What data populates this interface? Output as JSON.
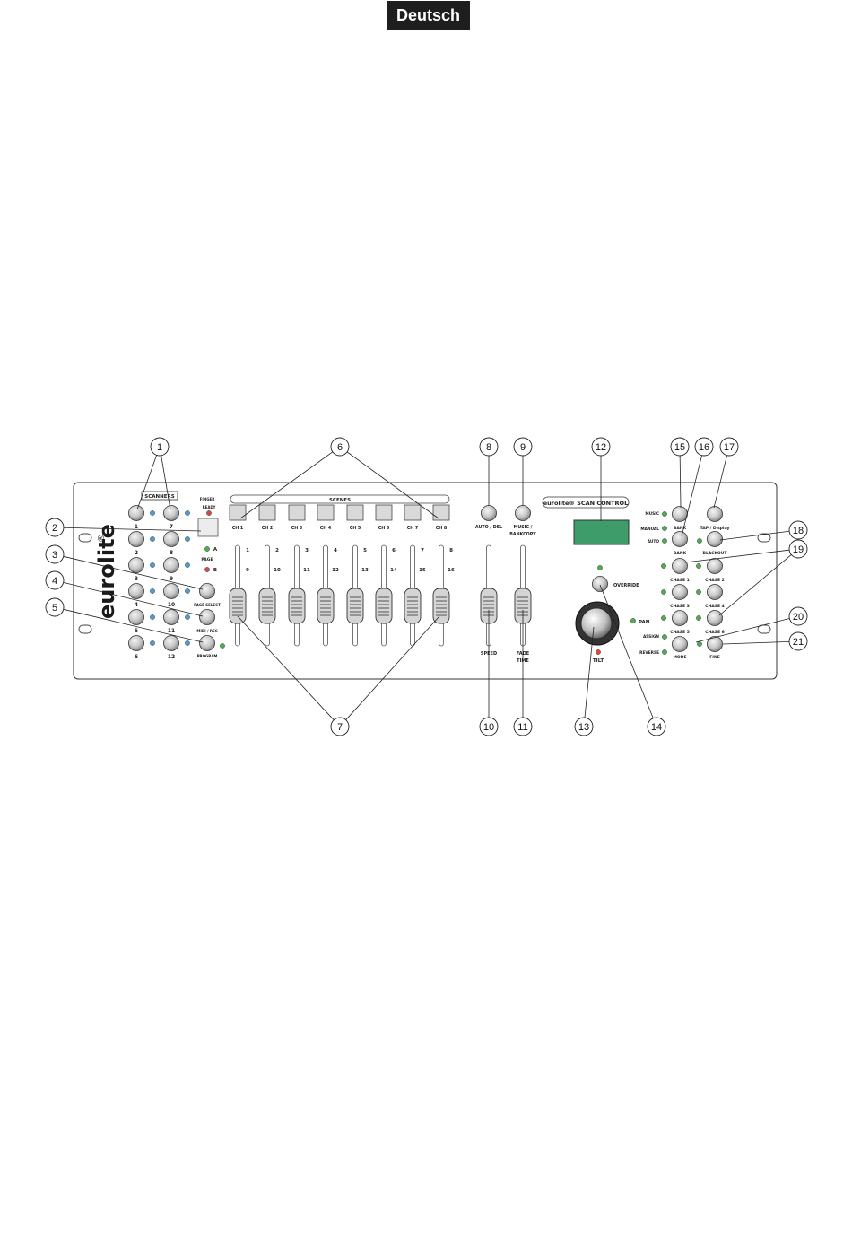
{
  "language_tag": "Deutsch",
  "callouts": [
    "1",
    "2",
    "3",
    "4",
    "5",
    "6",
    "7",
    "8",
    "9",
    "10",
    "11",
    "12",
    "13",
    "14",
    "15",
    "16",
    "17",
    "18",
    "19",
    "20",
    "21"
  ],
  "panel": {
    "brand": "eurolite",
    "brand_mark": "®",
    "model": "eurolite® SCAN CONTROL",
    "scanners_label": "SCANNERS",
    "scanner_buttons": [
      "1",
      "7",
      "2",
      "8",
      "3",
      "9",
      "4",
      "10",
      "5",
      "11",
      "6",
      "12"
    ],
    "finger_label": "FINGER",
    "ready_label": "READY",
    "page_label": "PAGE",
    "page_a": "A",
    "page_b": "B",
    "page_select_label": "PAGE SELECT",
    "midi_label": "MIDI / REC",
    "program_label": "PROGRAM",
    "scenes_label": "SCENES",
    "channels": [
      "CH 1",
      "CH 2",
      "CH 3",
      "CH 4",
      "CH 5",
      "CH 6",
      "CH 7",
      "CH 8"
    ],
    "fader_top_numbers": [
      "1",
      "2",
      "3",
      "4",
      "5",
      "6",
      "7",
      "8"
    ],
    "fader_bottom_numbers": [
      "9",
      "10",
      "11",
      "12",
      "13",
      "14",
      "15",
      "16"
    ],
    "auto_del_label": "AUTO / DEL",
    "music_bankcopy_label": "MUSIC / BANKCOPY",
    "speed_label": "SPEED",
    "fade_time_label": "FADE TIME",
    "override_label": "OVERRIDE",
    "pan_label": "PAN",
    "tilt_label": "TILT",
    "music_led_label": "MUSIC",
    "manual_led_label": "MANUAL",
    "auto_led_label": "AUTO",
    "bank_label": "BANK",
    "tap_display_label": "TAP / Display",
    "blackout_label": "BLACKOUT",
    "chase_labels": [
      "CHASE 1",
      "CHASE 2",
      "CHASE 3",
      "CHASE 4",
      "CHASE 5",
      "CHASE 6"
    ],
    "assign_label": "ASSIGN",
    "reverse_label": "REVERSE",
    "mode_label": "MODE",
    "fine_label": "FINE"
  },
  "colors": {
    "display": "#3e9c6a",
    "led_green": "#4caf50",
    "led_blue": "#4a9fd8",
    "led_red": "#d84a3a"
  }
}
